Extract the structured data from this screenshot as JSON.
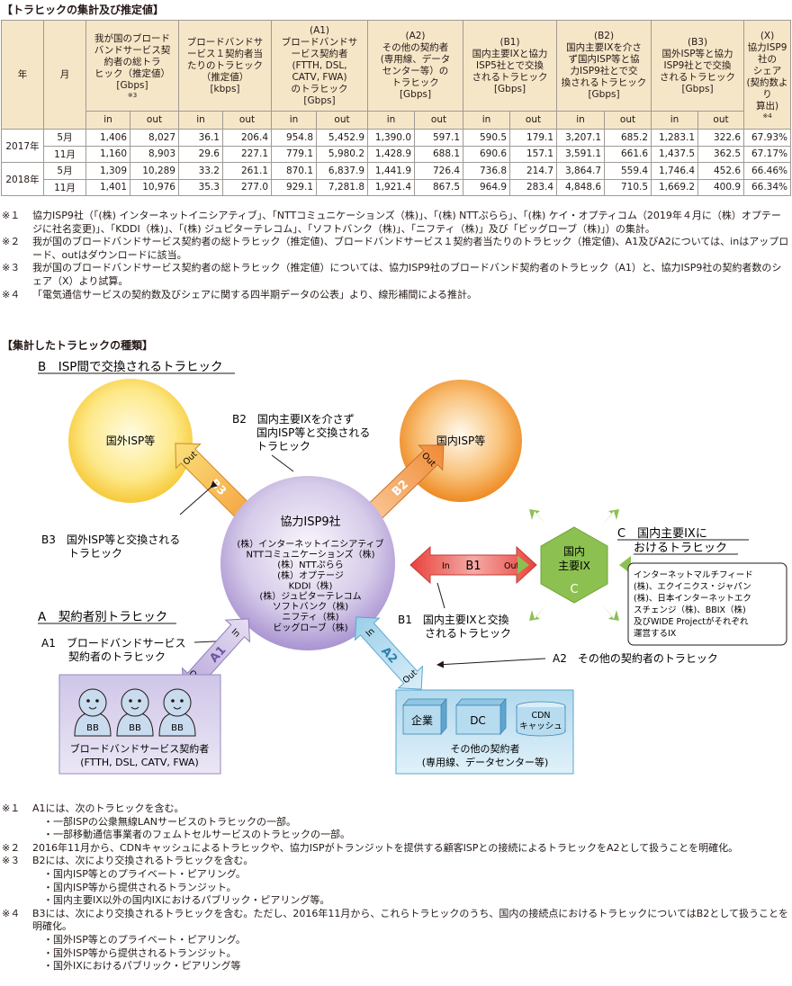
{
  "section1_title": "【トラヒックの集計及び推定値】",
  "table": {
    "col_year": "年",
    "col_month": "月",
    "groups": [
      {
        "lines": [
          "我が国のブロード",
          "バンドサービス契",
          "約者の総トラ",
          "ヒック（推定値）",
          "[Gbps]"
        ],
        "mark": "※3"
      },
      {
        "lines": [
          "ブロードバンドサ",
          "ービス１契約者当",
          "たりのトラヒック",
          "（推定値）",
          "[kbps]"
        ],
        "mark": ""
      },
      {
        "lines": [
          "(A1)",
          "ブロードバンドサ",
          "ービス契約者",
          "(FTTH, DSL,",
          "CATV, FWA)",
          "のトラヒック",
          "[Gbps]"
        ],
        "mark": ""
      },
      {
        "lines": [
          "(A2)",
          "その他の契約者",
          "(専用線、データ",
          "センター等）の",
          "トラヒック",
          "[Gbps]"
        ],
        "mark": ""
      },
      {
        "lines": [
          "(B1)",
          "国内主要IXと協力",
          "ISP5社とで交換",
          "されるトラヒック",
          "[Gbps]"
        ],
        "mark": ""
      },
      {
        "lines": [
          "(B2)",
          "国内主要IXを介さ",
          "ず国内ISP等と協",
          "力ISP9社とで交",
          "換されるトラヒック",
          "[Gbps]"
        ],
        "mark": ""
      },
      {
        "lines": [
          "(B3)",
          "国外ISP等と協力",
          "ISP9社とで交換",
          "されるトラヒック",
          "[Gbps]"
        ],
        "mark": ""
      }
    ],
    "x_header": {
      "lines": [
        "(X)",
        "協力ISP9社の",
        "シェア",
        "(契約数より",
        "算出)"
      ],
      "mark": "※4"
    },
    "in_label": "in",
    "out_label": "out",
    "rows": [
      {
        "year": "2017年",
        "month": "5月",
        "values": [
          "1,406",
          "8,027",
          "36.1",
          "206.4",
          "954.8",
          "5,452.9",
          "1,390.0",
          "597.1",
          "590.5",
          "179.1",
          "3,207.1",
          "685.2",
          "1,283.1",
          "322.6"
        ],
        "share": "67.93%"
      },
      {
        "year": "",
        "month": "11月",
        "values": [
          "1,160",
          "8,903",
          "29.6",
          "227.1",
          "779.1",
          "5,980.2",
          "1,428.9",
          "688.1",
          "690.6",
          "157.1",
          "3,591.1",
          "661.6",
          "1,437.5",
          "362.5"
        ],
        "share": "67.17%"
      },
      {
        "year": "2018年",
        "month": "5月",
        "values": [
          "1,309",
          "10,289",
          "33.2",
          "261.1",
          "870.1",
          "6,837.9",
          "1,441.9",
          "726.4",
          "736.8",
          "214.7",
          "3,864.7",
          "559.4",
          "1,746.4",
          "452.6"
        ],
        "share": "66.46%"
      },
      {
        "year": "",
        "month": "11月",
        "values": [
          "1,401",
          "10,976",
          "35.3",
          "277.0",
          "929.1",
          "7,281.8",
          "1,921.4",
          "867.5",
          "964.9",
          "283.4",
          "4,848.6",
          "710.5",
          "1,669.2",
          "400.9"
        ],
        "share": "66.34%"
      }
    ]
  },
  "notes1": [
    {
      "label": "※１",
      "text": "協力ISP9社（「(株) インターネットイニシアティブ」、「NTTコミュニケーションズ（株)」、「(株) NTTぷらら」、「(株) ケイ・オプティコム（2019年４月に（株）オプテージに社名変更)」、「KDDI（株)」、「(株) ジュピターテレコム」、「ソフトバンク（株)」、「ニフティ（株)」及び「ビッグローブ（株)」）の集計。"
    },
    {
      "label": "※２",
      "text": "我が国のブロードバンドサービス契約者の総トラヒック（推定値)、ブロードバンドサービス１契約者当たりのトラヒック（推定値)、A1及びA2については、inはアップロード、outはダウンロードに該当。"
    },
    {
      "label": "※３",
      "text": "我が国のブロードバンドサービス契約者の総トラヒック（推定値）については、協力ISP9社のブロードバンド契約者のトラヒック（A1）と、協力ISP9社の契約者数のシェア（X）より試算。"
    },
    {
      "label": "※４",
      "text": "「電気通信サービスの契約数及びシェアに関する四半期データの公表」より、線形補間による推計。"
    }
  ],
  "section2_title": "【集計したトラヒックの種類】",
  "diagram": {
    "heading_b": "B　ISP間で交換されるトラヒック",
    "foreign_isp": "国外ISP等",
    "domestic_isp": "国内ISP等",
    "b2_desc": [
      "B2　国内主要IXを介さず",
      "国内ISP等と交換される",
      "トラヒック"
    ],
    "b3_desc": [
      "B3　国外ISP等と交換される",
      "トラヒック"
    ],
    "center_title": "協力ISP9社",
    "center_members": [
      "(株）インターネットイニシアティブ",
      "NTTコミュニケーションズ（株)",
      "(株）NTTぷらら",
      "(株）オプテージ",
      "KDDI（株)",
      "(株）ジュピターテレコム",
      "ソフトバンク（株)",
      "ニフティ（株)",
      "ビッグローブ（株)"
    ],
    "in": "In",
    "out": "Out",
    "b1": "B1",
    "b2": "B2",
    "b3": "B3",
    "a1": "A1",
    "a2": "A2",
    "ix_label": [
      "国内",
      "主要IX"
    ],
    "ix_c": "C",
    "heading_c": [
      "C　国内主要IXに",
      "おけるトラヒック"
    ],
    "ix_box": [
      "インターネットマルチフィード",
      "(株)、エクイニクス・ジャパン",
      "(株)、日本インターネットエク",
      "スチェンジ（株)、BBIX（株)",
      "及びWIDE Projectがそれぞれ",
      "運営するIX"
    ],
    "b1_desc": [
      "B1　国内主要IXと交換",
      "されるトラヒック"
    ],
    "heading_a": "A　契約者別トラヒック",
    "a1_desc": [
      "A1　ブロードバンドサービス",
      "契約者のトラヒック"
    ],
    "a2_desc": "A2　その他の契約者のトラヒック",
    "bb": "BB",
    "bb_caption": [
      "ブロードバンドサービス契約者",
      "(FTTH, DSL, CATV, FWA)"
    ],
    "kigyo": "企業",
    "dc": "DC",
    "cdn": [
      "CDN",
      "キャッシュ"
    ],
    "other_caption": [
      "その他の契約者",
      "(専用線、データセンター等)"
    ],
    "colors": {
      "isp_orange": "#f39a2e",
      "isp_yellow": "#fbd94b",
      "center_purple": "#b9a7d8",
      "b1_red": "#e8524a",
      "ix_green": "#8cc151",
      "panel_lilac": "#cdc5e6",
      "panel_blue": "#b7dbef"
    }
  },
  "notes2": [
    {
      "label": "※１",
      "lines": [
        "A1には、次のトラヒックを含む。",
        "・一部ISPの公衆無線LANサービスのトラヒックの一部。",
        "・一部移動通信事業者のフェムトセルサービスのトラヒックの一部。"
      ]
    },
    {
      "label": "※２",
      "lines": [
        "2016年11月から、CDNキャッシュによるトラヒックや、協力ISPがトランジットを提供する顧客ISPとの接続によるトラヒックをA2として扱うことを明確化。"
      ]
    },
    {
      "label": "※３",
      "lines": [
        "B2には、次により交換されるトラヒックを含む。",
        "・国内ISP等とのプライベート・ピアリング。",
        "・国内ISP等から提供されるトランジット。",
        "・国内主要IX以外の国内IXにおけるパブリック・ピアリング等。"
      ]
    },
    {
      "label": "※４",
      "lines": [
        "B3には、次により交換されるトラヒックを含む。ただし、2016年11月から、これらトラヒックのうち、国内の接続点におけるトラヒックについてはB2として扱うことを明確化。",
        "・国外ISP等とのプライベート・ピアリング。",
        "・国外ISP等から提供されるトランジット。",
        "・国外IXにおけるパブリック・ピアリング等"
      ]
    }
  ]
}
